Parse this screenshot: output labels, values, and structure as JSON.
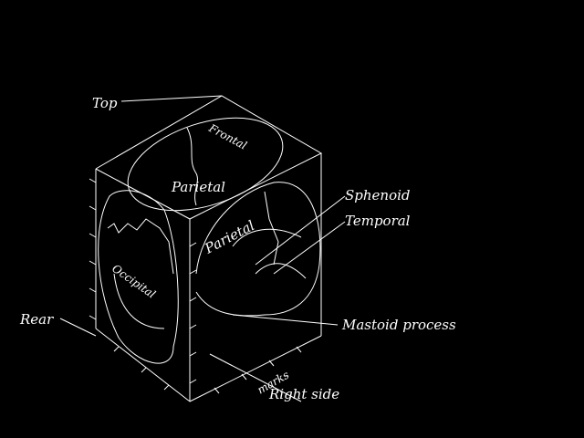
{
  "labels": {
    "top": "Top",
    "rear": "Rear",
    "right_side": "Right side",
    "sphenoid": "Sphenoid",
    "temporal": "Temporal",
    "mastoid": "Mastoid process",
    "marks": "marks",
    "frontal": "Frontal",
    "parietal_top": "Parietal",
    "parietal_side": "Parietal",
    "occipital": "Occipital"
  },
  "colors": {
    "background": "#000000",
    "lines": "#ffffff"
  }
}
